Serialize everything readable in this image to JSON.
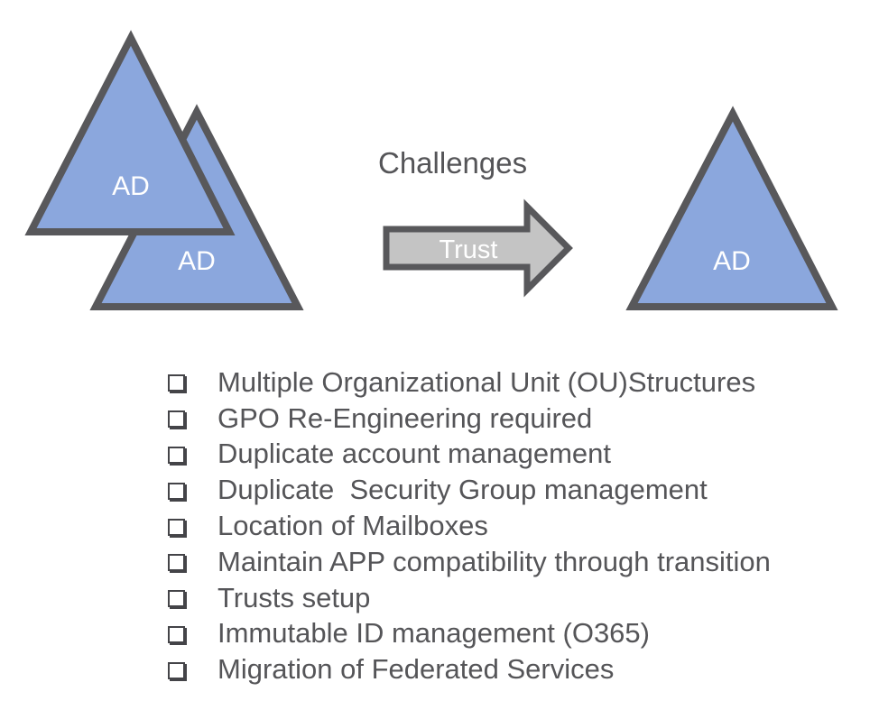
{
  "labels": {
    "challenges": "Challenges",
    "trust": "Trust",
    "ad_source_front": "AD",
    "ad_source_back": "AD",
    "ad_target": "AD"
  },
  "colors": {
    "triangle_fill": "#8ba7dd",
    "triangle_stroke": "#58585b",
    "arrow_fill": "#c4c4c4",
    "arrow_stroke": "#58585b",
    "text": "#555558",
    "triangle_text": "#ffffff"
  },
  "icons": {
    "list_bullet": "checkbox-icon"
  },
  "challenge_list": [
    {
      "text": "Multiple Organizational Unit (OU)Structures"
    },
    {
      "text": "GPO Re-Engineering required"
    },
    {
      "text": "Duplicate account management"
    },
    {
      "text": "Duplicate  Security Group management"
    },
    {
      "text": "Location of Mailboxes"
    },
    {
      "text": "Maintain APP compatibility through transition"
    },
    {
      "text": "Trusts setup"
    },
    {
      "text": "Immutable ID management (O365)"
    },
    {
      "text": "Migration of Federated Services"
    }
  ]
}
